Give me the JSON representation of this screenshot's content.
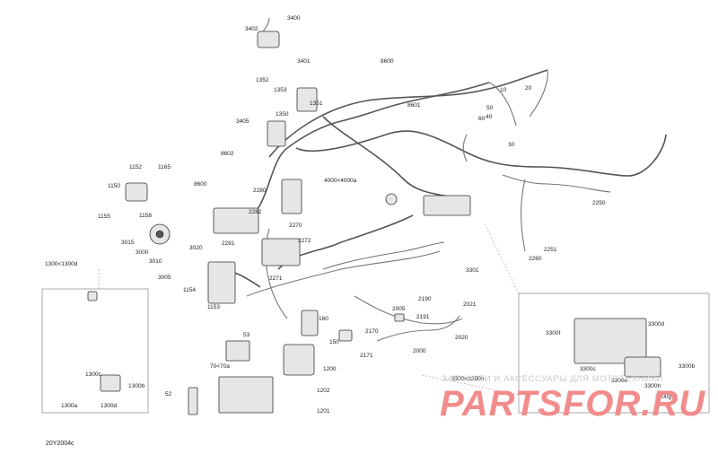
{
  "labels": {
    "l3400": "3400",
    "l3402": "3402",
    "l3401": "3401",
    "l1352": "1352",
    "l1353": "1353",
    "l1351": "1351",
    "l1350": "1350",
    "l3405": "3405",
    "l8600": "8600",
    "l8601": "8601",
    "l10": "10",
    "l20": "20",
    "l50": "50",
    "l60": "60",
    "l40": "40",
    "l30": "30",
    "l1152": "1152",
    "l1165": "1165",
    "l1150": "1150",
    "l1158": "1158",
    "l1155": "1155",
    "l8602": "8602",
    "l8600b": "8600",
    "l2280": "2280",
    "l4000": "4000<4000a",
    "l2282": "2282",
    "l2270": "2270",
    "l2281": "2281",
    "l2272": "2272",
    "l2271": "2271",
    "l2250": "2250",
    "l2251": "2251",
    "l2260": "2260",
    "l3015": "3015",
    "l3000": "3000",
    "l3020": "3020",
    "l3010": "3010",
    "l3005": "3005",
    "l1154": "1154",
    "l1153": "1153",
    "l1300": "1300<1300d",
    "l3301": "3301",
    "l2190": "2190",
    "l2005": "2005",
    "l2021": "2021",
    "l2191": "2191",
    "l2170": "2170",
    "l2020": "2020",
    "l2171": "2171",
    "l2000": "2000",
    "l160": "160",
    "l150": "150",
    "l53": "53",
    "l1200": "1200",
    "l1202": "1202",
    "l1201": "1201",
    "l70": "70<70a",
    "l52": "52",
    "l1300c": "1300c",
    "l1300b": "1300b",
    "l1300a": "1300a",
    "l1300d": "1300d",
    "l3300f": "3300f",
    "l3300d": "3300d",
    "l3300c": "3300c",
    "l3300e": "3300e",
    "l3300b": "3300b",
    "l3300h": "3300h",
    "l3300g": "3300g",
    "l3300a": "3300<3300h"
  },
  "watermark": {
    "top": "ЗАПЧАСТИ И АКСЕССУАРЫ ДЛЯ МОТОТЕХНИКИ",
    "logo": "PARTSFOR.RU"
  },
  "figure_code": "20Y2004c"
}
